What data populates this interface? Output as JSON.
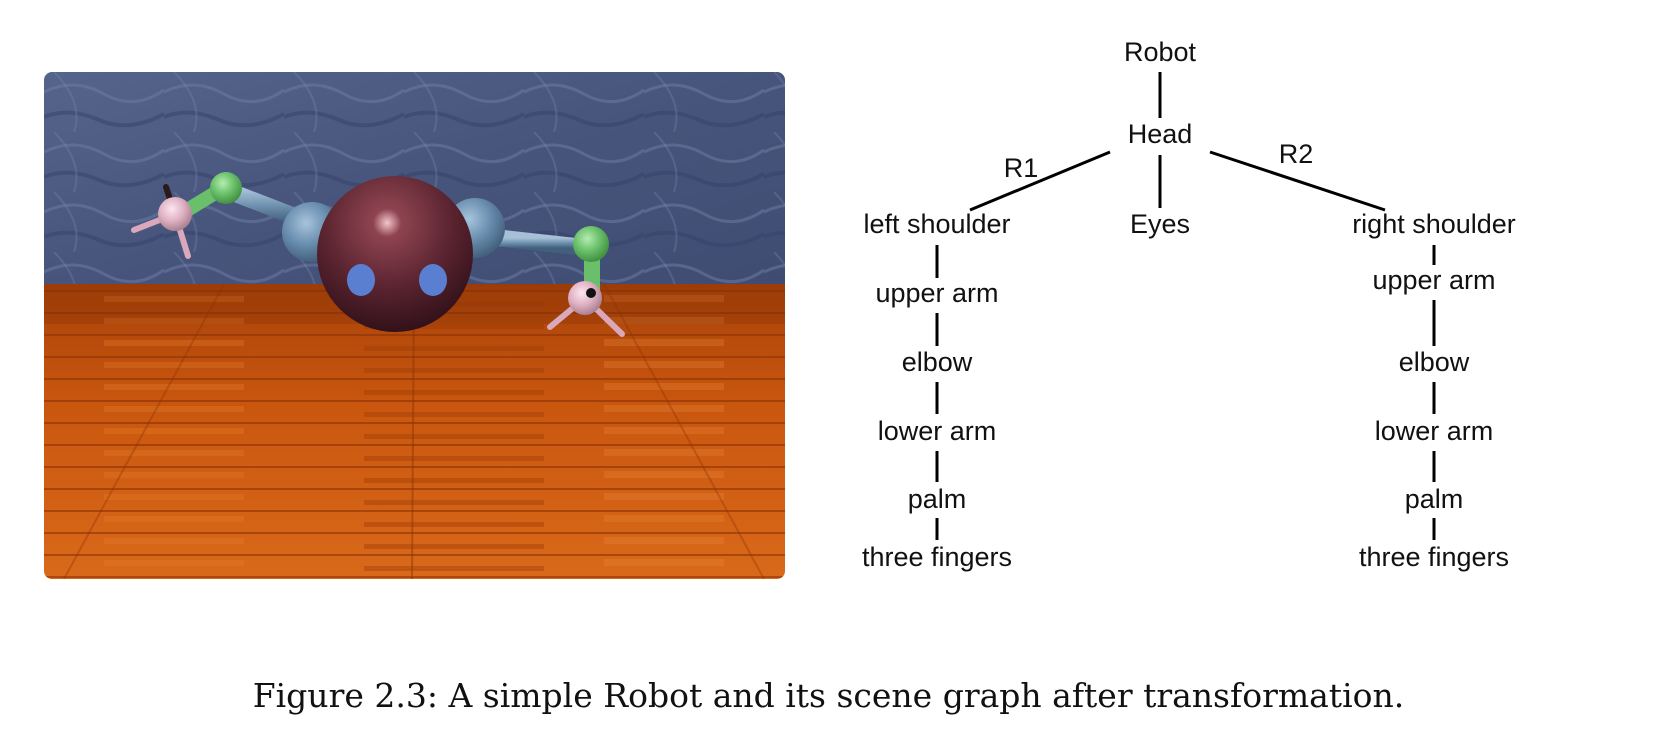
{
  "figure": {
    "caption": "Figure 2.3: A simple Robot and its scene graph after transformation."
  },
  "scene_graph": {
    "root": "Robot",
    "head": "Head",
    "edge_left": "R1",
    "edge_right": "R2",
    "eyes": "Eyes",
    "left_chain": [
      "left shoulder",
      "upper arm",
      "elbow",
      "lower arm",
      "palm",
      "three fingers"
    ],
    "right_chain": [
      "right shoulder",
      "upper arm",
      "elbow",
      "lower arm",
      "palm",
      "three fingers"
    ]
  },
  "colors": {
    "wall": "#4c5a82",
    "floor": "#c4500a",
    "head": "#5a2430",
    "joint_blue": "#6a8fb0",
    "joint_green": "#6ac06a",
    "hand_pink": "#e0b2c4",
    "eyes": "#5b7fd0"
  }
}
